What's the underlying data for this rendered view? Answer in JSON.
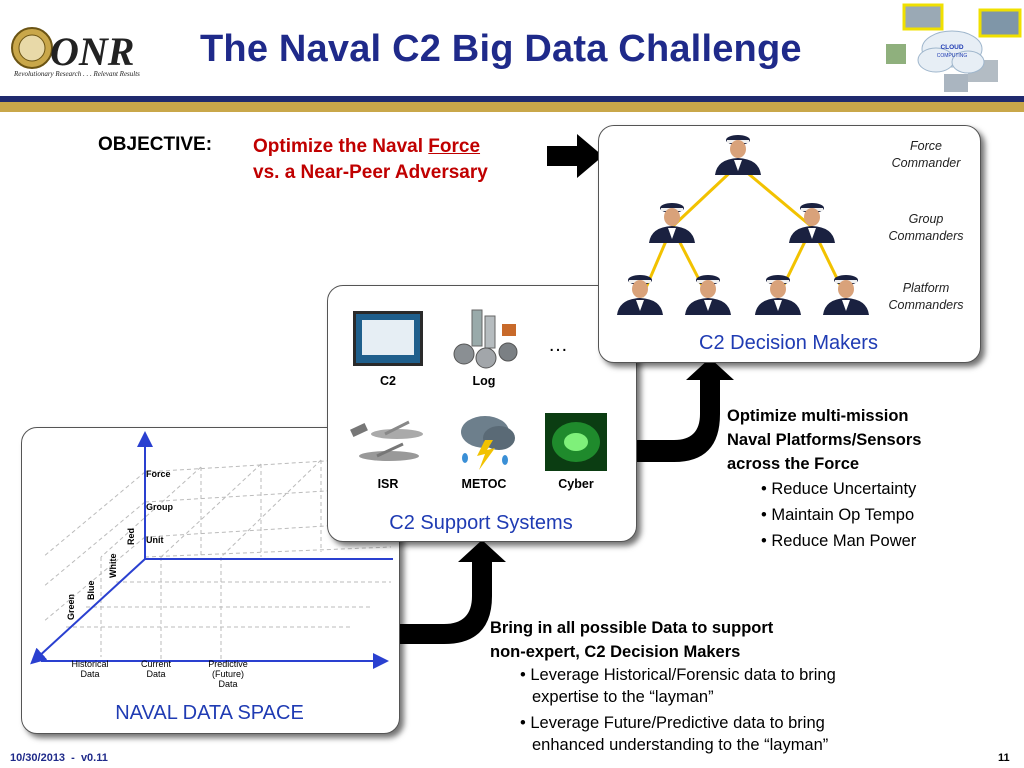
{
  "header": {
    "title": "The Naval C2 Big Data Challenge",
    "logo_text": "ONR",
    "logo_tagline": "Revolutionary Research . . . Relevant Results",
    "cloud_label": "CLOUD COMPUTING"
  },
  "objective": {
    "label": "OBJECTIVE:",
    "line1_pre": "Optimize the Naval ",
    "line1_underlined": "Force",
    "line2": "vs. a Near-Peer Adversary"
  },
  "decision_makers": {
    "title": "C2 Decision Makers",
    "levels": [
      {
        "line1": "Force",
        "line2": "Commander"
      },
      {
        "line1": "Group",
        "line2": "Commanders"
      },
      {
        "line1": "Platform",
        "line2": "Commanders"
      }
    ]
  },
  "support_systems": {
    "title": "C2 Support Systems",
    "ellipsis": "…",
    "items": [
      "C2",
      "Log",
      "ISR",
      "METOC",
      "Cyber"
    ]
  },
  "data_space": {
    "title": "NAVAL DATA SPACE",
    "levels": [
      "Force",
      "Group",
      "Unit"
    ],
    "colors": [
      "Red",
      "White",
      "Blue",
      "Green"
    ],
    "time": [
      {
        "l1": "Historical",
        "l2": "Data",
        "l3": ""
      },
      {
        "l1": "Current",
        "l2": "Data",
        "l3": ""
      },
      {
        "l1": "Predictive",
        "l2": "(Future)",
        "l3": "Data"
      }
    ]
  },
  "optimize_block": {
    "lines": [
      "Optimize multi-mission",
      "Naval Platforms/Sensors",
      "across the Force"
    ],
    "bullets": [
      "Reduce Uncertainty",
      "Maintain Op Tempo",
      "Reduce Man Power"
    ]
  },
  "data_block": {
    "lines": [
      "Bring in all possible Data to support",
      "non-expert, C2 Decision Makers"
    ],
    "bullets": [
      {
        "l1": "Leverage Historical/Forensic data to bring",
        "l2": "expertise to the “layman”"
      },
      {
        "l1": "Leverage Future/Predictive data to bring",
        "l2": "enhanced understanding to the “layman”"
      }
    ]
  },
  "footer": {
    "date": "10/30/2013  -  v0.11",
    "page": "11"
  },
  "colors": {
    "title_blue": "#1f2a8a",
    "panel_title_blue": "#1f3bb3",
    "objective_red": "#c00000",
    "gold": "#c9a74a",
    "navy": "#1f2a6e",
    "tree_line": "#f2c200"
  }
}
